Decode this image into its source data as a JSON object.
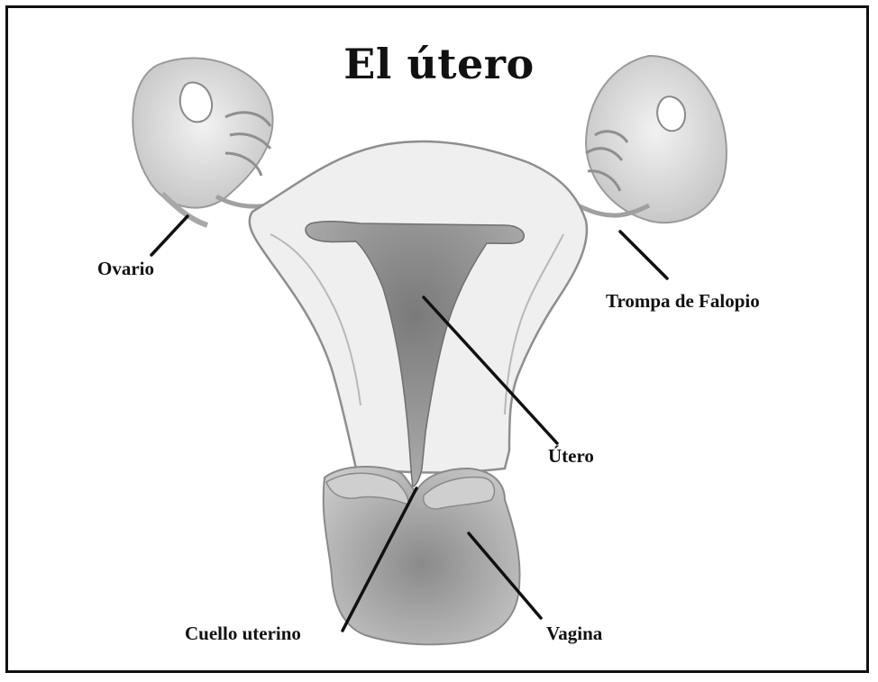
{
  "title": "El útero",
  "labels": {
    "ovary": "Ovario",
    "fallopian_tube": "Trompa de Falopio",
    "uterus": "Útero",
    "cervix": "Cuello uterino",
    "vagina": "Vagina"
  },
  "colors": {
    "outline": "#9a9a9a",
    "tissue": "#dcdcdc",
    "cavity": "#8c8c8c",
    "vagina": "#9c9c9c",
    "leader": "#111111",
    "border": "#111111"
  }
}
